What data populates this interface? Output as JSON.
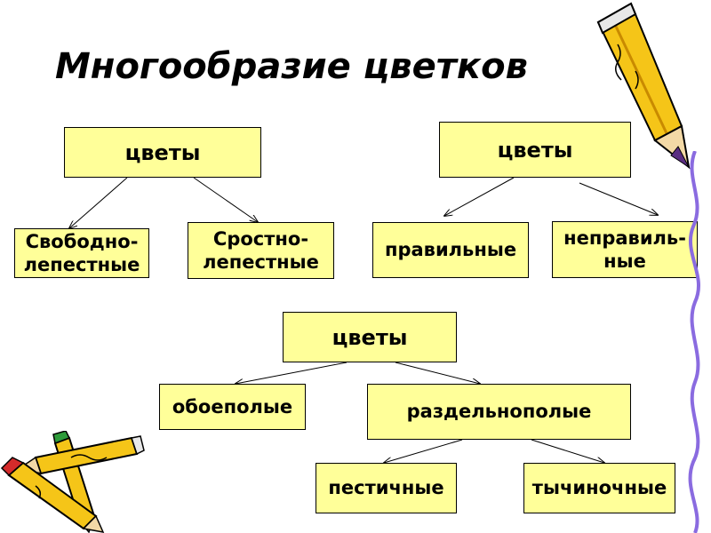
{
  "title": "Многообразие цветков",
  "diagram": {
    "tree1": {
      "root": "цветы",
      "left": [
        "Свободно-",
        "лепестные"
      ],
      "right": [
        "Сростно-",
        "лепестные"
      ]
    },
    "tree2": {
      "root": "цветы",
      "left": "правильные",
      "right": [
        "неправиль-",
        "ные"
      ]
    },
    "tree3": {
      "root": "цветы",
      "left": "обоеполые",
      "right": "раздельнополые",
      "sub_left": "пестичные",
      "sub_right": "тычиночные"
    }
  },
  "colors": {
    "box_fill": "#ffff99",
    "pencil_body": "#f5c518",
    "pencil_tip": "#5a2d82",
    "squiggle": "#8a6be0"
  },
  "icons": [
    "pencil-icon",
    "pencils-icon"
  ]
}
